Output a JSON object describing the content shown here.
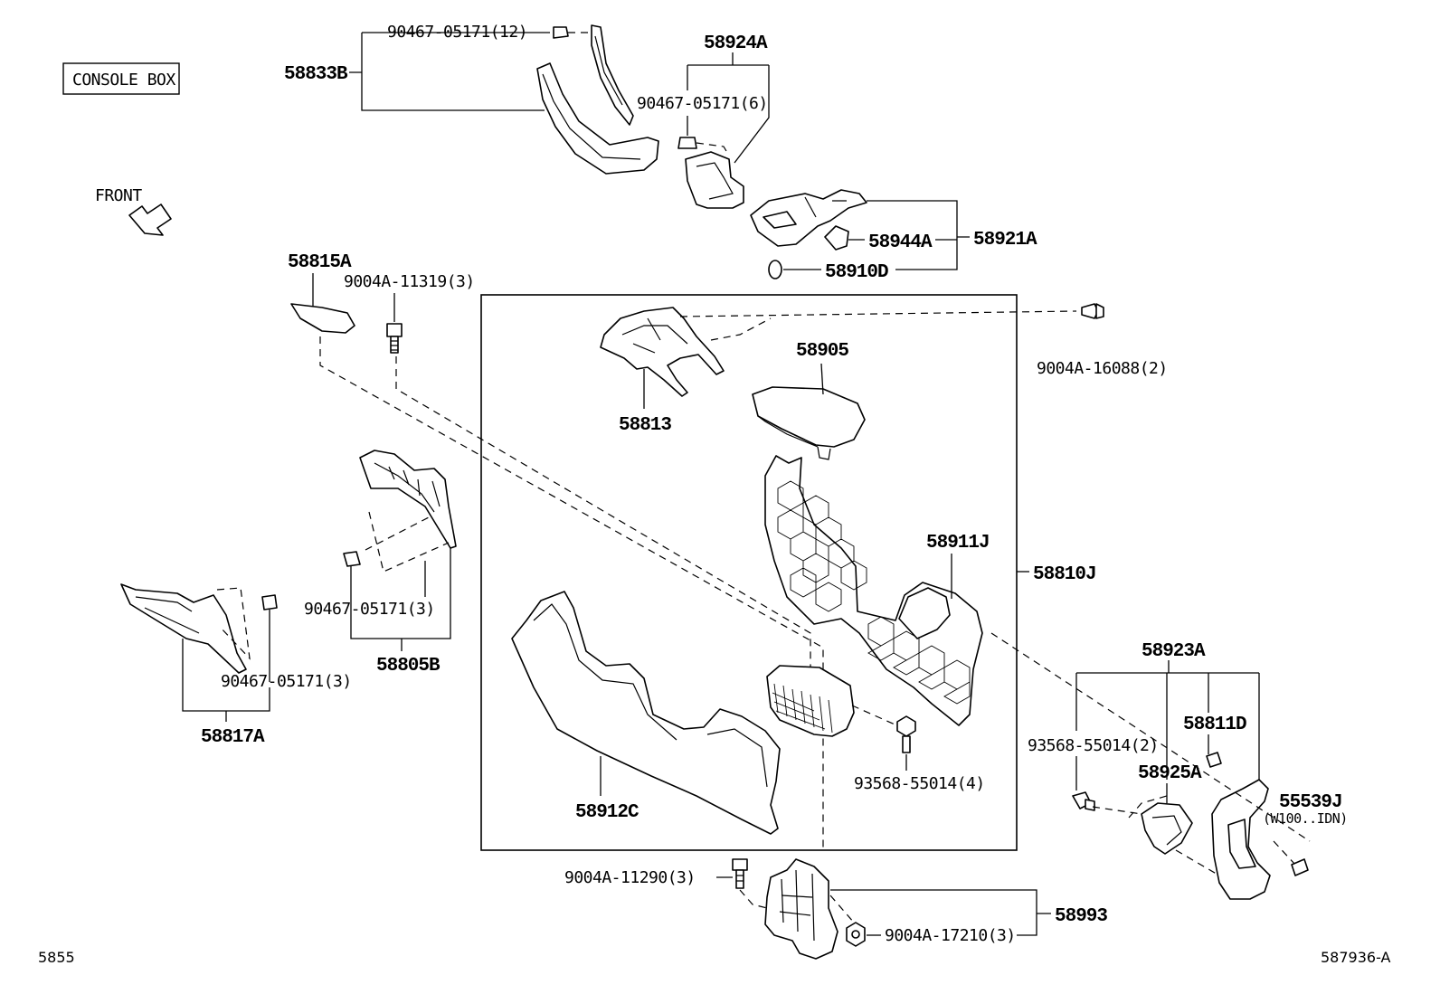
{
  "section_box_label": "CONSOLE BOX",
  "front_label": "FRONT",
  "labels": {
    "p58833B": "58833B",
    "p90467_05171_12": "90467-05171(12)",
    "p58924A": "58924A",
    "p90467_05171_6": "90467-05171(6)",
    "p58921A": "58921A",
    "p58944A": "58944A",
    "p58910D": "58910D",
    "p58815A": "58815A",
    "p9004A_11319_3": "9004A-11319(3)",
    "p9004A_16088_2": "9004A-16088(2)",
    "p58905": "58905",
    "p58813": "58813",
    "p58911J": "58911J",
    "p58810J": "58810J",
    "p90467_05171_3_mid": "90467-05171(3)",
    "p58805B": "58805B",
    "p90467_05171_3_left": "90467-05171(3)",
    "p58817A": "58817A",
    "p58923A": "58923A",
    "p58811D": "58811D",
    "p93568_55014_2": "93568-55014(2)",
    "p58925A": "58925A",
    "p55539J": "55539J",
    "p55539J_note": "(W100..IDN)",
    "p93568_55014_4": "93568-55014(4)",
    "p58912C": "58912C",
    "p9004A_11290_3": "9004A-11290(3)",
    "p58993": "58993",
    "p9004A_17210_3": "9004A-17210(3)"
  },
  "footer": {
    "left_code": "5855",
    "right_code": "587936-A"
  }
}
